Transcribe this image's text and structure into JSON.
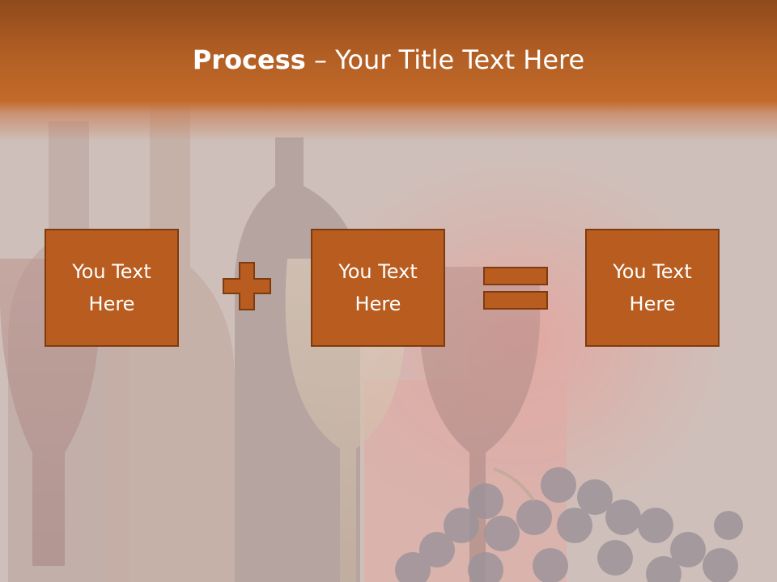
{
  "slide": {
    "title_bold": "Process",
    "title_rest": " – Your Title Text Here",
    "boxes": [
      {
        "text": "You Text\nHere"
      },
      {
        "text": "You Text\nHere"
      },
      {
        "text": "You Text\nHere"
      }
    ],
    "operators": [
      "plus-icon",
      "equals-icon"
    ],
    "colors": {
      "accent": "#b85c1f",
      "accent_border": "#7e3b10",
      "title_bar": "#b35f24",
      "text": "#ffffff"
    }
  }
}
